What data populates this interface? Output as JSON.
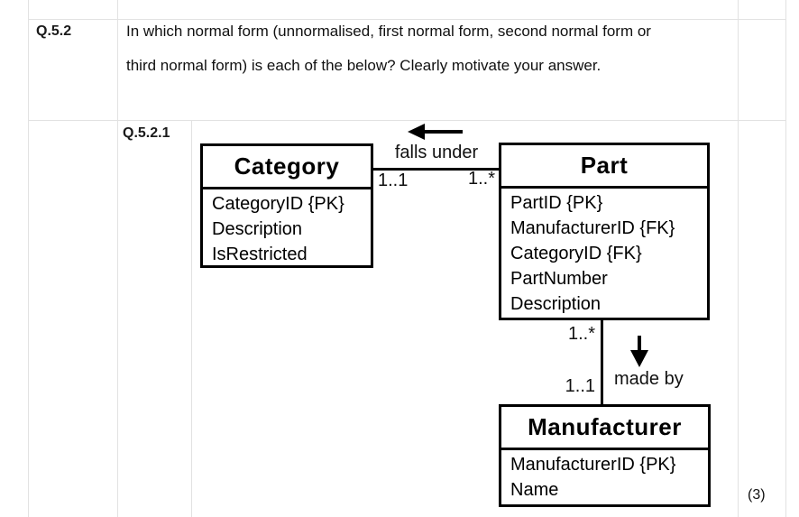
{
  "document": {
    "question": {
      "number": "Q.5.2",
      "text_line1": "In which normal form (unnormalised, first normal form, second normal form or",
      "text_line2": "third normal form) is each of the below? Clearly motivate your answer."
    },
    "sub_question": {
      "number": "Q.5.2.1",
      "marks": "(3)"
    }
  },
  "diagram": {
    "type": "uml-class-diagram",
    "entities": [
      {
        "name": "Category",
        "attributes": [
          "CategoryID {PK}",
          "Description",
          "IsRestricted"
        ]
      },
      {
        "name": "Part",
        "attributes": [
          "PartID {PK}",
          "ManufacturerID {FK}",
          "CategoryID {FK}",
          "PartNumber",
          "Description"
        ]
      },
      {
        "name": "Manufacturer",
        "attributes": [
          "ManufacturerID {PK}",
          "Name"
        ]
      }
    ],
    "relationships": [
      {
        "label": "falls under",
        "arrow_direction": "left",
        "category_multiplicity": "1..1",
        "part_multiplicity": "1..*"
      },
      {
        "label": "made by",
        "arrow_direction": "down",
        "part_multiplicity": "1..*",
        "manufacturer_multiplicity": "1..1"
      }
    ],
    "colors": {
      "entity_border": "#000000",
      "table_gridline": "#e2e2e2",
      "text": "#000000"
    }
  }
}
